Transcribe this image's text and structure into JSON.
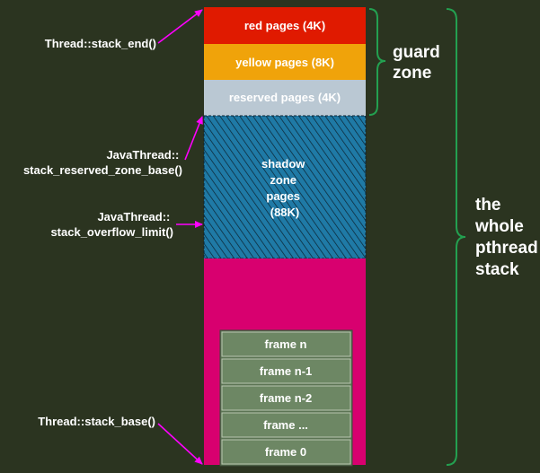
{
  "colors": {
    "background": "#2b3420",
    "red": "#e01a00",
    "yellow": "#f0a30a",
    "reserved": "#bac8d3",
    "shadow": "#1f7aa6",
    "stack": "#d8006f",
    "frame": "#6d8764",
    "arrow": "#ff00ff",
    "brace": "#23a050"
  },
  "stack_regions": {
    "red": "red pages (4K)",
    "yellow": "yellow pages (8K)",
    "reserved": "reserved pages (4K)",
    "shadow": [
      "shadow",
      "zone",
      "pages",
      "(88K)"
    ]
  },
  "frames": [
    "frame n",
    "frame n-1",
    "frame n-2",
    "frame ...",
    "frame 0"
  ],
  "guard_zone": [
    "guard",
    "zone"
  ],
  "whole_stack": [
    "the",
    "whole",
    "pthread",
    "stack"
  ],
  "pointers": {
    "stack_end": [
      "Thread::stack_end()"
    ],
    "reserved_zone_base": [
      "JavaThread::",
      "stack_reserved_zone_base()"
    ],
    "overflow_limit": [
      "JavaThread::",
      "stack_overflow_limit()"
    ],
    "stack_base": [
      "Thread::stack_base()"
    ]
  }
}
